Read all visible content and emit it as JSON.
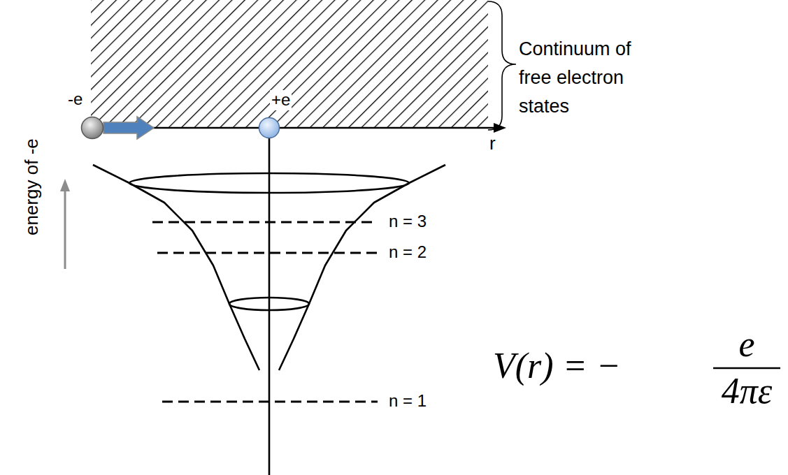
{
  "diagram": {
    "nodes": [
      {
        "text": [
          "-e"
        ]
      },
      {
        "text": [
          "+e"
        ]
      }
    ],
    "labels": [
      "Continuum of free electron states",
      "r",
      "energy of -e",
      "n = 3",
      "n = 2",
      "n = 1",
      "V(r) = −",
      "e",
      "4πε"
    ]
  }
}
